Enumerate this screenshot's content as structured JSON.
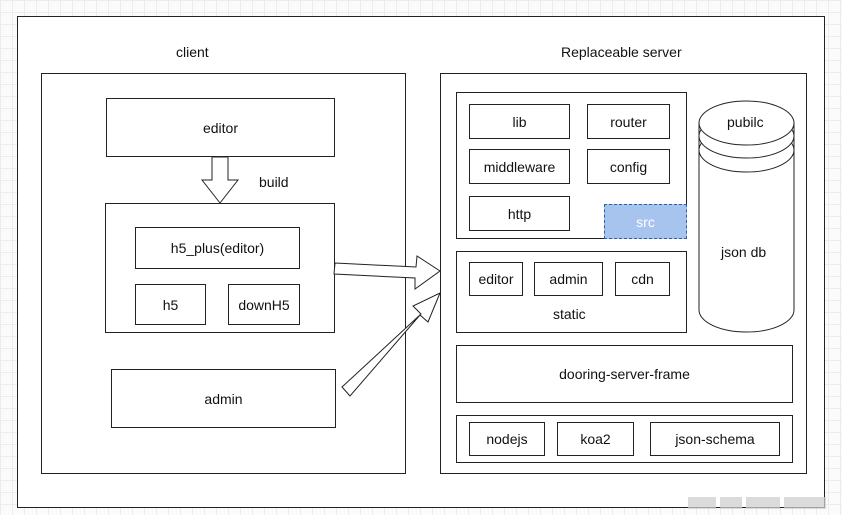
{
  "client": {
    "title": "client",
    "editor": "editor",
    "build": "build",
    "h5_plus": "h5_plus(editor)",
    "h5": "h5",
    "downH5": "downH5",
    "admin": "admin"
  },
  "server": {
    "title": "Replaceable server",
    "src_modules": {
      "lib": "lib",
      "router": "router",
      "middleware": "middleware",
      "config": "config",
      "http": "http",
      "src": "src"
    },
    "static": {
      "label": "static",
      "editor": "editor",
      "admin": "admin",
      "cdn": "cdn"
    },
    "db": {
      "top": "pubilc",
      "label": "json db"
    },
    "frame": "dooring-server-frame",
    "stack": {
      "nodejs": "nodejs",
      "koa2": "koa2",
      "json_schema": "json-schema"
    }
  },
  "colors": {
    "src_fill": "#a7c4ee",
    "src_border": "#2f5f9e",
    "line": "#222222"
  }
}
